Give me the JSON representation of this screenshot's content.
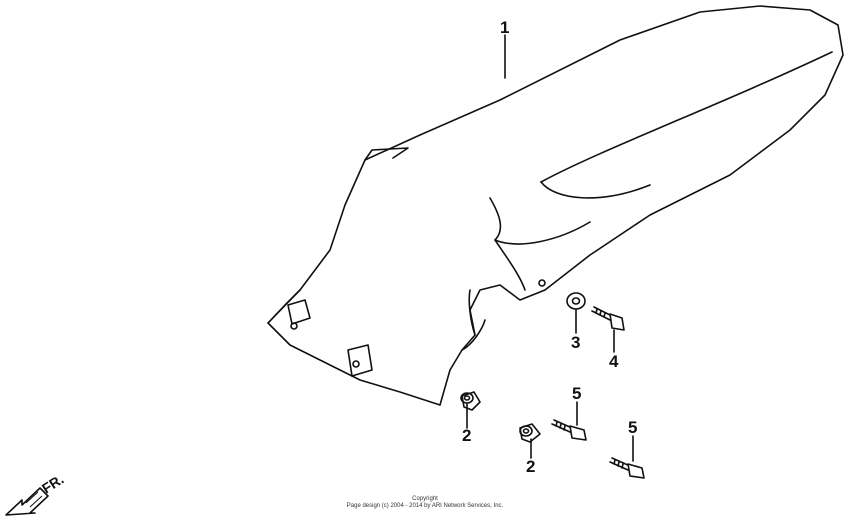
{
  "diagram": {
    "direction_label": "FR.",
    "callouts": {
      "part_1": "1",
      "part_2a": "2",
      "part_2b": "2",
      "part_3": "3",
      "part_4": "4",
      "part_5a": "5",
      "part_5b": "5"
    }
  },
  "footer": {
    "line1": "Copyright",
    "line2": "Page design (c) 2004 - 2014 by ARI Network Services, Inc."
  }
}
